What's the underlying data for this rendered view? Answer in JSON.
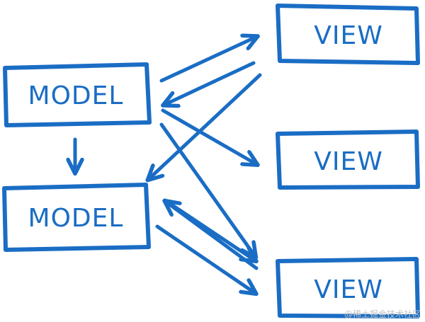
{
  "diagram": {
    "colors": {
      "stroke": "#1a6dc4",
      "text": "#1a6dc4",
      "watermark": "#c4c4c4"
    },
    "nodes": {
      "model_top": "MODEL",
      "model_bottom": "MODEL",
      "view_top": "VIEW",
      "view_middle": "VIEW",
      "view_bottom": "VIEW"
    },
    "edges": [
      {
        "from": "model_top",
        "to": "model_bottom"
      },
      {
        "from": "model_top",
        "to": "view_top"
      },
      {
        "from": "view_top",
        "to": "model_top"
      },
      {
        "from": "model_top",
        "to": "view_middle"
      },
      {
        "from": "model_top",
        "to": "view_bottom"
      },
      {
        "from": "view_top",
        "to": "model_bottom"
      },
      {
        "from": "model_bottom",
        "to": "view_bottom"
      },
      {
        "from": "view_bottom",
        "to": "model_bottom"
      },
      {
        "from": "model_bottom",
        "to": "view_bottom"
      }
    ]
  },
  "watermark": "@稀土掘金技术社区"
}
